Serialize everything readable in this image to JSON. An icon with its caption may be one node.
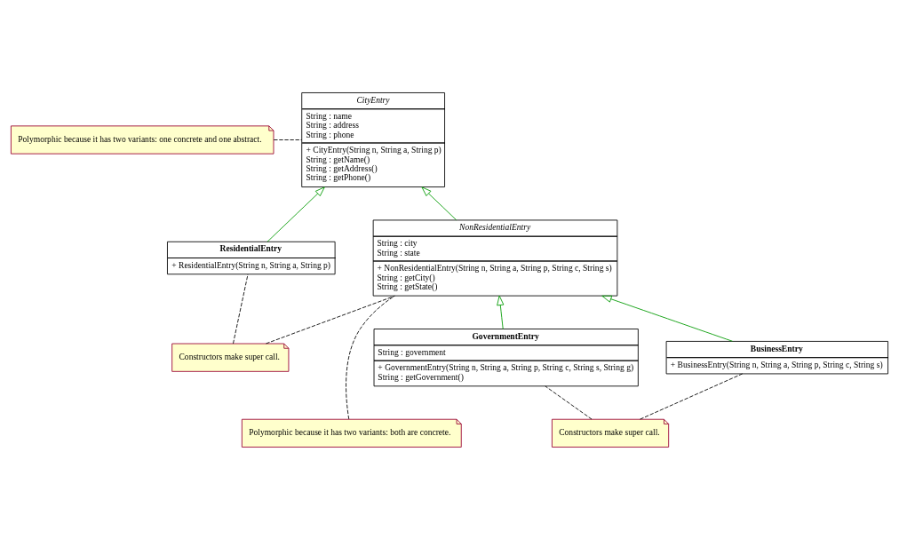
{
  "diagram": {
    "nodes": [
      {
        "text": [
          "Polymorphic because it has two variants: one concrete and one abstract."
        ]
      },
      {
        "text": [
          "CityEntry",
          "String : name",
          "String : address",
          "String : phone",
          "+ CityEntry(String n, String a, String p)",
          "String : getName()",
          "String : getAddress()",
          "String : getPhone()"
        ]
      },
      {
        "text": [
          "Polymorphic because it has two variants: both are concrete."
        ]
      },
      {
        "text": [
          "ResidentialEntry",
          "+ ResidentialEntry(String n, String a, String p)"
        ]
      },
      {
        "text": [
          "NonResidentialEntry",
          "String : city",
          "String : state",
          "+ NonResidentialEntry(String n, String a, String p, String c, String s)",
          "String : getCity()",
          "String : getState()"
        ]
      },
      {
        "text": [
          "Constructors make super call."
        ]
      },
      {
        "text": [
          "GovernmentEntry",
          "String : government",
          "+ GovernmentEntry(String n, String a, String p, String c, String s, String g)",
          "String : getGovernment()"
        ]
      },
      {
        "text": [
          "BusinessEntry",
          "+ BusinessEntry(String n, String a, String p, String c, String s)"
        ]
      },
      {
        "text": [
          "Constructors make super call."
        ]
      }
    ],
    "edges": [
      {
        "from": 0,
        "to": 1,
        "arrow": "none",
        "style": "dashed"
      },
      {
        "from": 3,
        "to": 1,
        "arrow": "to",
        "color": "#009900"
      },
      {
        "from": 4,
        "to": 1,
        "arrow": "to",
        "color": "#009900"
      },
      {
        "from": 2,
        "to": 4,
        "arrow": "none",
        "style": "dashed"
      },
      {
        "from": 5,
        "to": 3,
        "arrow": "none",
        "style": "dashed"
      },
      {
        "from": 5,
        "to": 4,
        "arrow": "none",
        "style": "dashed"
      },
      {
        "from": 6,
        "to": 4,
        "arrow": "to",
        "color": "#009900"
      },
      {
        "from": 7,
        "to": 4,
        "arrow": "to",
        "color": "#009900"
      },
      {
        "from": 8,
        "to": 6,
        "arrow": "none",
        "style": "dashed"
      },
      {
        "from": 8,
        "to": 7,
        "arrow": "none",
        "style": "dashed"
      }
    ]
  }
}
